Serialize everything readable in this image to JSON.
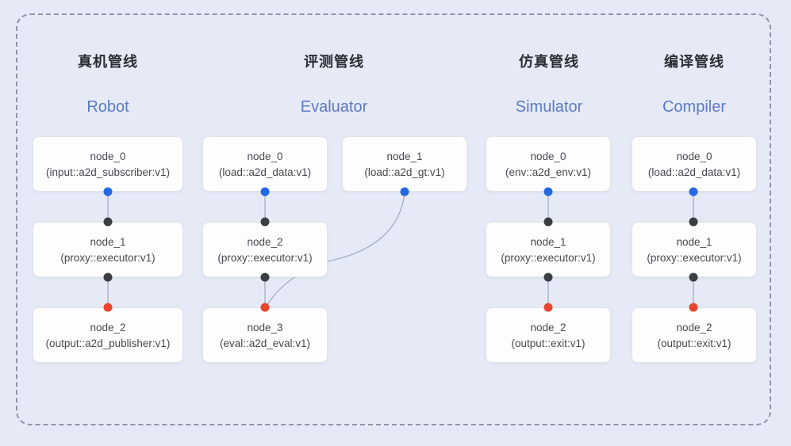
{
  "pipelines": [
    {
      "title_zh": "真机管线",
      "title_en": "Robot",
      "nodes": [
        {
          "name": "node_0",
          "detail": "(input::a2d_subscriber:v1)"
        },
        {
          "name": "node_1",
          "detail": "(proxy::executor:v1)"
        },
        {
          "name": "node_2",
          "detail": "(output::a2d_publisher:v1)"
        }
      ]
    },
    {
      "title_zh": "评测管线",
      "title_en": "Evaluator",
      "nodes": [
        {
          "name": "node_0",
          "detail": "(load::a2d_data:v1)"
        },
        {
          "name": "node_1",
          "detail": "(load::a2d_gt:v1)"
        },
        {
          "name": "node_2",
          "detail": "(proxy::executor:v1)"
        },
        {
          "name": "node_3",
          "detail": "(eval::a2d_eval:v1)"
        }
      ]
    },
    {
      "title_zh": "仿真管线",
      "title_en": "Simulator",
      "nodes": [
        {
          "name": "node_0",
          "detail": "(env::a2d_env:v1)"
        },
        {
          "name": "node_1",
          "detail": "(proxy::executor:v1)"
        },
        {
          "name": "node_2",
          "detail": "(output::exit:v1)"
        }
      ]
    },
    {
      "title_zh": "编译管线",
      "title_en": "Compiler",
      "nodes": [
        {
          "name": "node_0",
          "detail": "(load::a2d_data:v1)"
        },
        {
          "name": "node_1",
          "detail": "(proxy::executor:v1)"
        },
        {
          "name": "node_2",
          "detail": "(output::exit:v1)"
        }
      ]
    }
  ],
  "colors": {
    "background": "#e6eaf7",
    "frame_dash": "#8e95a4",
    "accent_blue_text": "#5c79c4",
    "output_port_blue": "#2469e3",
    "mid_port_dark": "#3b3d42",
    "input_port_red": "#e9432c",
    "edge_line": "#a3adc1"
  }
}
